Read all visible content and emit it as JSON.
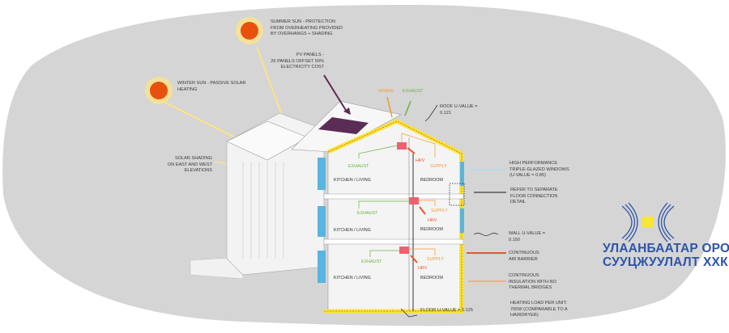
{
  "annotations": {
    "summer_sun": [
      "SUMMER SUN - PROTECTION",
      "FROM OVERHEATING PROVIDED",
      "BY OVERHANGS + SHADING"
    ],
    "pv_panels": [
      "PV PANELS -",
      "26 PANELS OFFSET 50%",
      "ELECTRICITY COST"
    ],
    "winter_sun": [
      "WINTER SUN - PASSIVE SOLAR",
      "HEATING"
    ],
    "solar_shading": [
      "SOLAR SHADING",
      "ON EAST AND WEST",
      "ELEVATIONS"
    ],
    "intake": "INTAKE",
    "exhaust_roof": "EXHAUST",
    "roof_u": [
      "ROOF U-VALUE =",
      "0.121"
    ],
    "windows": [
      "HIGH PERFORMANCE",
      "TRIPLE-GLAZED WINDOWS",
      "(U-VALUE = 0.85)"
    ],
    "floor_connection": [
      "REFER TO SEPARATE",
      "FLOOR  CONNECTION",
      "DETAIL"
    ],
    "wall_u": [
      "WALL U-VALUE =",
      "0.150"
    ],
    "air_barrier": [
      "CONTINUOUS",
      "AIR BARRIER"
    ],
    "insulation": [
      "CONTINUOUS",
      "INSULATION WITH NO",
      "THERMAL BRIDGES"
    ],
    "heating_load": [
      "HEATING LOAD PER UNIT:",
      "700W (COMPARABLE TO A",
      "HAIRDRYER)"
    ],
    "floor_u": "FLOOR U-VALUE = 0.125"
  },
  "rooms": {
    "kitchen": "KITCHEN / LIVING",
    "bedroom": "BEDROOM",
    "exhaust": "EXHAUST",
    "supply": "SUPPLY",
    "hrv": "HRV"
  },
  "logo": {
    "line1": "УЛААНБААТАР ОРОН",
    "line2": "СУУЦЖУУЛАЛТ ХХК"
  },
  "colors": {
    "background_blob": "#d5d5d5",
    "sun": "#e8500f",
    "sun_rays": "#fbe38a",
    "insulation": "#f7e633",
    "air_barrier": "#e8562a",
    "exhaust": "#6db33f",
    "supply": "#f29a2e",
    "window": "#5ab4e0",
    "pv": "#5a2d55",
    "logo": "#2e55a8"
  }
}
